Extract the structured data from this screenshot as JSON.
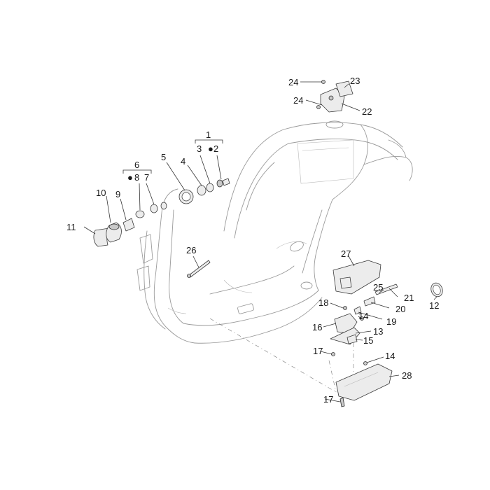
{
  "labels": {
    "l1": "1",
    "l2": "2",
    "l3": "3",
    "l4": "4",
    "l5": "5",
    "l6": "6",
    "l7": "7",
    "l8": "8",
    "l9": "9",
    "l10": "10",
    "l11": "11",
    "l12": "12",
    "l13": "13",
    "l14a": "14",
    "l14b": "14",
    "l15": "15",
    "l16": "16",
    "l17a": "17",
    "l17b": "17",
    "l18": "18",
    "l19": "19",
    "l20": "20",
    "l21": "21",
    "l22": "22",
    "l23": "23",
    "l24a": "24",
    "l24b": "24",
    "l25": "25",
    "l26": "26",
    "l27": "27",
    "l28": "28"
  },
  "kit_marker": "●",
  "colors": {
    "line": "#333333",
    "frame": "#9a9a9a",
    "fill": "#ececec"
  }
}
